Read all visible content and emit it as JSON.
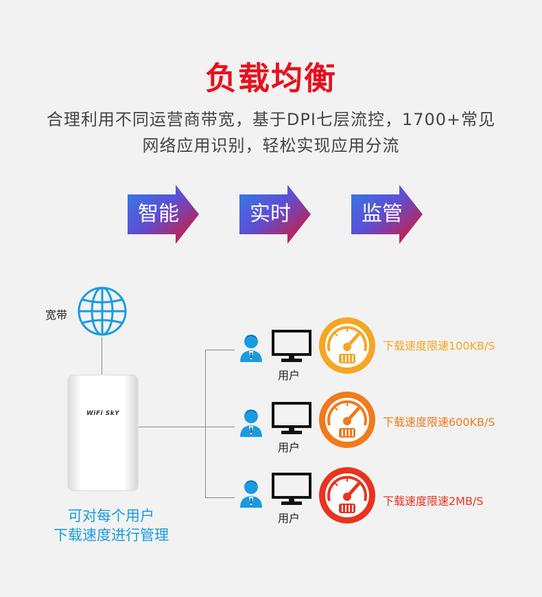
{
  "title": "负载均衡",
  "description": {
    "line1": "合理利用不同运营商带宽，基于DPI七层流控，1700+常见",
    "line2": "网络应用识别，轻松实现应用分流"
  },
  "badges": [
    {
      "label": "智能"
    },
    {
      "label": "实时"
    },
    {
      "label": "监管"
    }
  ],
  "diagram": {
    "broadband_label": "宽带",
    "device_brand": "WiFi SkY",
    "device_caption_line1": "可对每个用户",
    "device_caption_line2": "下载速度进行管理",
    "users": [
      {
        "label": "用户",
        "limit": "下载速度限速100KB/S",
        "color": "#f5a623"
      },
      {
        "label": "用户",
        "limit": "下载速度限速600KB/S",
        "color": "#f07a1c"
      },
      {
        "label": "用户",
        "limit": "下载速度限速2MB/S",
        "color": "#e8331f"
      }
    ]
  },
  "colors": {
    "title": "#e8101e",
    "caption_blue": "#1a9be0",
    "user_blue": "#1a9be0"
  }
}
